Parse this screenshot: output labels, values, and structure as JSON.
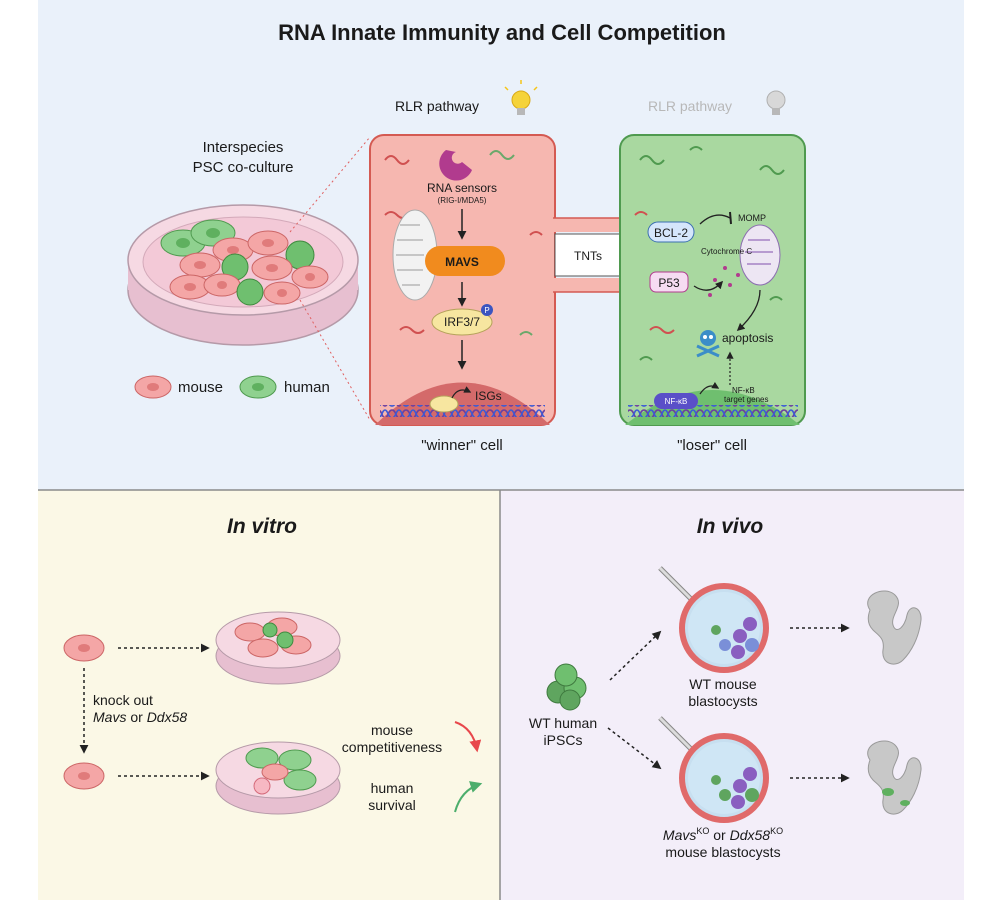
{
  "title": "RNA Innate Immunity and Cell Competition",
  "top": {
    "coculture_label": [
      "Interspecies",
      "PSC co-culture"
    ],
    "legend": {
      "mouse": "mouse",
      "human": "human"
    },
    "winner": {
      "pathway": "RLR pathway",
      "sensors": "RNA sensors",
      "sensors_sub": "(RIG-I/MDA5)",
      "mavs": "MAVS",
      "irf": "IRF3/7",
      "p": "P",
      "isgs": "ISGs",
      "caption": "\"winner\" cell"
    },
    "tnts": "TNTs",
    "loser": {
      "pathway": "RLR pathway",
      "bcl2": "BCL-2",
      "momp": "MOMP",
      "cytc": "Cytochrome C",
      "p53": "P53",
      "apoptosis": "apoptosis",
      "nfkb": "NF-κB",
      "nfkb_targets": [
        "NF-κB",
        "target genes"
      ],
      "caption": "\"loser\" cell"
    }
  },
  "invitro": {
    "title": "In vitro",
    "ko_line1": "knock out",
    "ko_gene1": "Mavs",
    "ko_or": " or ",
    "ko_gene2": "Ddx58",
    "mouse_comp": [
      "mouse",
      "competitiveness"
    ],
    "human_surv": [
      "human",
      "survival"
    ]
  },
  "invivo": {
    "title": "In vivo",
    "ipsc": [
      "WT human",
      "iPSCs"
    ],
    "wt_blast": [
      "WT mouse",
      "blastocysts"
    ],
    "ko_gene1": "Mavs",
    "ko_sup": "KO",
    "ko_or": " or ",
    "ko_gene2": "Ddx58",
    "ko_blast": "mouse blastocysts"
  },
  "colors": {
    "top_bg": "#eaf1fa",
    "invitro_bg": "#fbf8e6",
    "invivo_bg": "#f3eef9",
    "mouse_cell": "#f4a6a6",
    "human_cell": "#8fd18f",
    "winner_bg": "#f6b7b0",
    "loser_bg": "#a9d8a0",
    "down_arrow": "#e8484c",
    "up_arrow": "#4cae6c"
  }
}
